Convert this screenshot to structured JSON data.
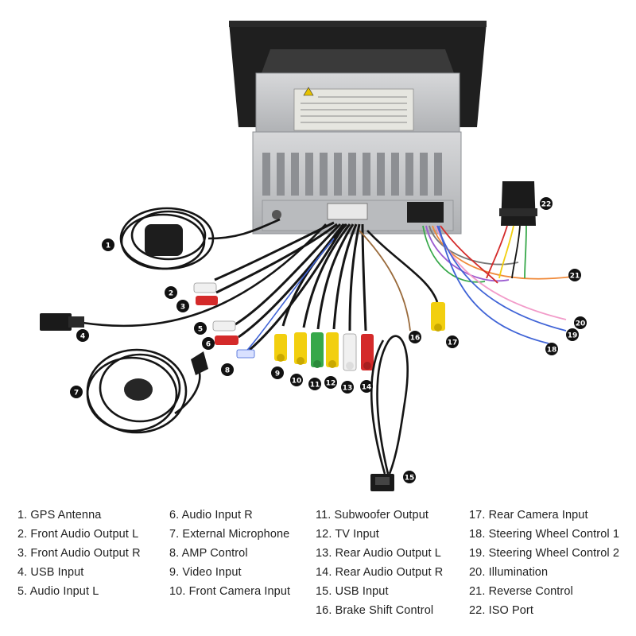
{
  "colors": {
    "background": "#ffffff",
    "cable": "#151515",
    "connector_yellow": "#f2cf0f",
    "connector_red": "#d42a2a",
    "connector_green": "#37a84a",
    "connector_white": "#f0f0f0",
    "wire_orange": "#f08a3a",
    "wire_pink": "#f29bc9",
    "wire_blue": "#3f63d6",
    "wire_brown": "#9a6b3c",
    "unit_metal": "#c9cacc",
    "screen": "#1c1c1c",
    "callout": "#111111",
    "legend_text": "#222222"
  },
  "callouts": [
    {
      "id": 1,
      "label": "1"
    },
    {
      "id": 2,
      "label": "2"
    },
    {
      "id": 3,
      "label": "3"
    },
    {
      "id": 4,
      "label": "4"
    },
    {
      "id": 5,
      "label": "5"
    },
    {
      "id": 6,
      "label": "6"
    },
    {
      "id": 7,
      "label": "7"
    },
    {
      "id": 8,
      "label": "8"
    },
    {
      "id": 9,
      "label": "9"
    },
    {
      "id": 10,
      "label": "10"
    },
    {
      "id": 11,
      "label": "11"
    },
    {
      "id": 12,
      "label": "12"
    },
    {
      "id": 13,
      "label": "13"
    },
    {
      "id": 14,
      "label": "14"
    },
    {
      "id": 15,
      "label": "15"
    },
    {
      "id": 16,
      "label": "16"
    },
    {
      "id": 17,
      "label": "17"
    },
    {
      "id": 18,
      "label": "18"
    },
    {
      "id": 19,
      "label": "19"
    },
    {
      "id": 20,
      "label": "20"
    },
    {
      "id": 21,
      "label": "21"
    },
    {
      "id": 22,
      "label": "22"
    }
  ],
  "legend": {
    "columns": [
      [
        "1. GPS Antenna",
        "2. Front Audio Output L",
        "3. Front Audio Output R",
        "4. USB Input",
        "5. Audio Input L"
      ],
      [
        "6. Audio Input R",
        "7. External Microphone",
        "8. AMP Control",
        "9. Video Input",
        "10. Front Camera Input"
      ],
      [
        "11. Subwoofer Output",
        "12. TV Input",
        "13. Rear Audio Output L",
        "14. Rear Audio Output R",
        "15. USB Input",
        "16. Brake Shift Control"
      ],
      [
        "17. Rear Camera Input",
        "18. Steering Wheel Control 1",
        "19. Steering Wheel Control 2",
        "20. Illumination",
        "21. Reverse Control",
        "22. ISO Port"
      ]
    ]
  }
}
